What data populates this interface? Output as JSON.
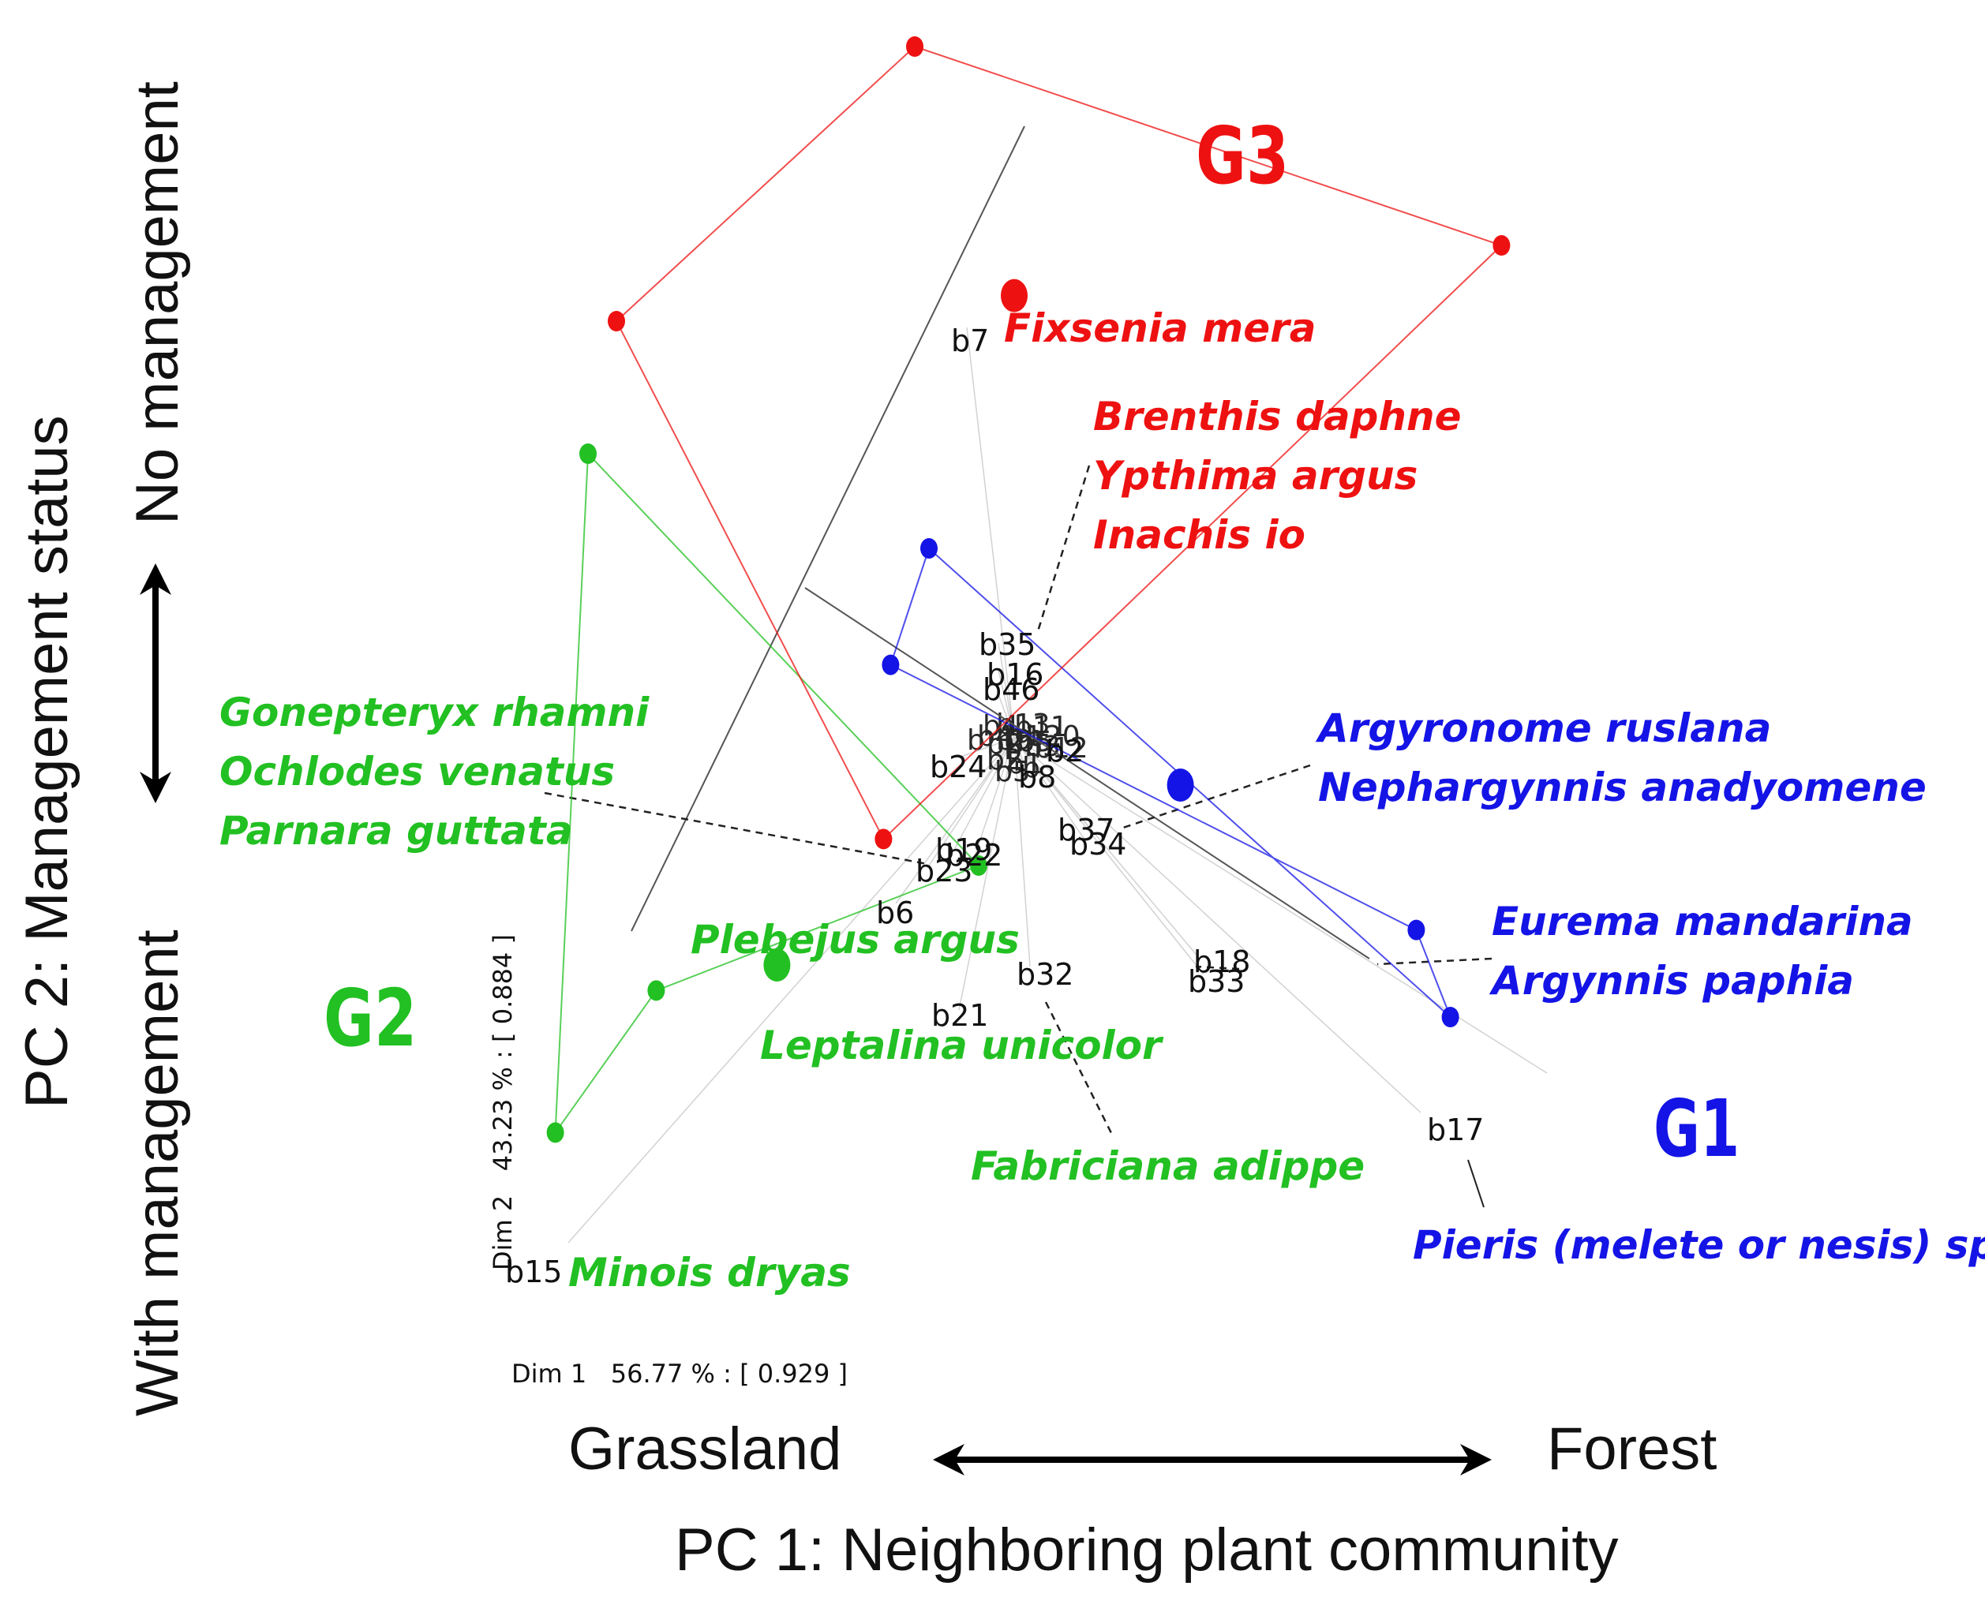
{
  "chart_data": {
    "type": "scatter",
    "subtype": "biplot",
    "x_axis": {
      "dim_label": "Dim 1   56.77 % : [ 0.929 ]",
      "title": "PC 1: Neighboring plant community",
      "low_end": "Grassland",
      "high_end": "Forest"
    },
    "y_axis": {
      "dim_label": "Dim 2   43.23 % : [ 0.884 ]",
      "title": "PC 2: Management status",
      "low_end": "With management",
      "high_end": "No management"
    },
    "grid": false,
    "groups": [
      {
        "name": "G1",
        "color": "#1414e6",
        "sites": [
          [
            -0.6,
            2.0
          ],
          [
            -0.87,
            0.77
          ],
          [
            2.83,
            -2.03
          ],
          [
            3.07,
            -2.95
          ]
        ],
        "centroid": [
          1.17,
          -0.5
        ],
        "species": [
          "Argyronome ruslana",
          "Nephargynnis anadyomene",
          "Eurema mandarina",
          "Argynnis paphia",
          "Pieris (melete or nesis) spp."
        ]
      },
      {
        "name": "G2",
        "color": "#22c022",
        "sites": [
          [
            -3.0,
            3.0
          ],
          [
            -0.25,
            -1.35
          ],
          [
            -2.52,
            -2.67
          ],
          [
            -3.23,
            -4.17
          ]
        ],
        "centroid": [
          -1.67,
          -2.4
        ],
        "species": [
          "Gonepteryx rhamni",
          "Ochlodes venatus",
          "Parnara guttata",
          "Plebejus argus",
          "Leptalina unicolor",
          "Fabriciana adippe",
          "Minois dryas"
        ]
      },
      {
        "name": "G3",
        "color": "#ee1111",
        "sites": [
          [
            -2.8,
            4.4
          ],
          [
            -0.7,
            7.3
          ],
          [
            3.43,
            5.2
          ],
          [
            -0.92,
            -1.07
          ]
        ],
        "centroid": [
          0.0,
          4.67
        ],
        "species": [
          "Fixsenia mera",
          "Brenthis daphne",
          "Ypthima argus",
          "Inachis io"
        ]
      }
    ],
    "variable_labels": [
      "b7",
      "b35",
      "b16",
      "b46",
      "b24",
      "b2",
      "b8",
      "b37",
      "b34",
      "b19",
      "b22",
      "b23",
      "b6",
      "b32",
      "b21",
      "b18",
      "b33",
      "b17",
      "b15"
    ],
    "colors": {
      "G1": "#1414e6",
      "G2": "#22c022",
      "G3": "#ee1111",
      "text": "#111111"
    }
  }
}
